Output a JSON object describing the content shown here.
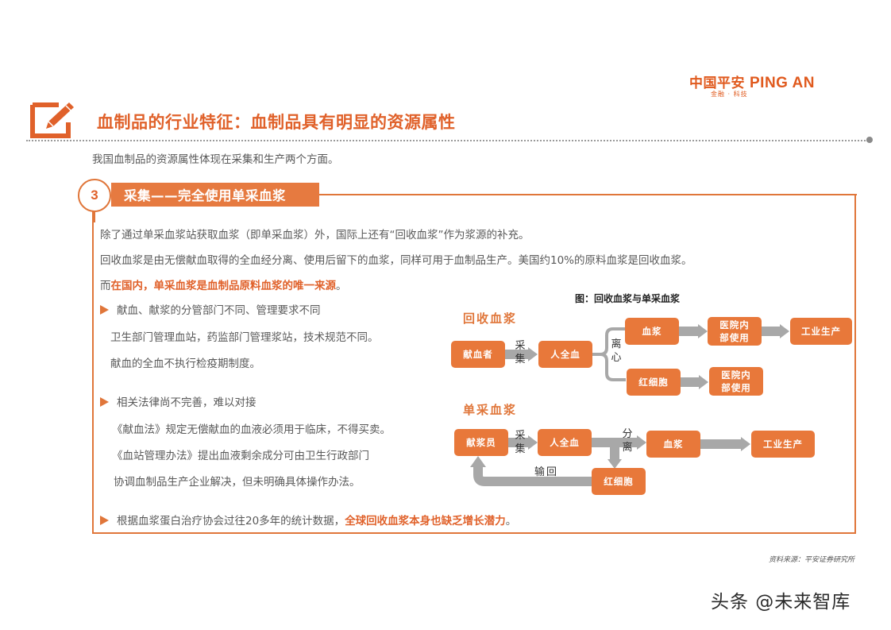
{
  "logo": {
    "main_cn": "中国平安",
    "main_en": "PING AN",
    "sub": "金融 · 科技"
  },
  "header": {
    "title": "血制品的行业特征：血制品具有明显的资源属性",
    "icon": "edit-pencil-icon",
    "subtitle": "我国血制品的资源属性体现在采集和生产两个方面。"
  },
  "section": {
    "number": "3",
    "title": "采集——完全使用单采血浆",
    "intro": [
      "除了通过单采血浆站获取血浆（即单采血浆）外，国际上还有“回收血浆”作为浆源的补充。",
      "回收血浆是由无偿献血取得的全血经分离、使用后留下的血浆，同样可用于血制品生产。美国约10%的原料血浆是回收血浆。"
    ],
    "intro3_prefix": "而",
    "intro3_highlight": "在国内，单采血浆是血制品原料血浆的唯一来源",
    "intro3_suffix": "。",
    "bullets": [
      {
        "heading": "献血、献浆的分管部门不同、管理要求不同",
        "lines": [
          "卫生部门管理血站，药监部门管理浆站，技术规范不同。",
          "献血的全血不执行检疫期制度。"
        ]
      },
      {
        "heading": "相关法律尚不完善，难以对接",
        "lines": [
          "《献血法》规定无偿献血的血液必须用于临床，不得买卖。",
          "《血站管理办法》提出血液剩余成分可由卫生行政部门",
          "协调血制品生产企业解决，但未明确具体操作办法。"
        ]
      }
    ],
    "final_bullet_text": "根据血浆蛋白治疗协会过往20多年的统计数据，",
    "final_bullet_highlight": "全球回收血浆本身也缺乏增长潜力",
    "final_bullet_suffix": "。"
  },
  "diagram": {
    "title": "图：回收血浆与单采血浆",
    "recovered": {
      "label": "回收血浆",
      "donor": "献血者",
      "collect_label": "采集",
      "whole_blood": "人全血",
      "centrifuge_label": "离心",
      "plasma": "血浆",
      "hospital1": "医院内部使用",
      "hospital1_l1": "医院内",
      "hospital1_l2": "部使用",
      "industry": "工业生产",
      "rbc": "红细胞",
      "hospital2_l1": "医院内",
      "hospital2_l2": "部使用"
    },
    "apheresis": {
      "label": "单采血浆",
      "donor": "献浆员",
      "collect_label": "采集",
      "whole_blood": "人全血",
      "separate_label": "分离",
      "plasma": "血浆",
      "industry": "工业生产",
      "rbc": "红细胞",
      "return_label": "输回"
    }
  },
  "footer": {
    "source": "资料来源：平安证券研究所",
    "watermark": "头条 @未来智库"
  },
  "colors": {
    "accent": "#e0612a",
    "node": "#e8783a",
    "arrow": "#a8a8a8",
    "text": "#595959"
  }
}
